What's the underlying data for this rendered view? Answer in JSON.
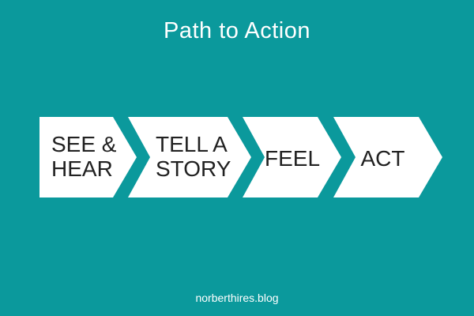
{
  "title": "Path to Action",
  "footer": {
    "text": "norberthires.blog"
  },
  "colors": {
    "background": "#0B999C",
    "arrow_fill": "#FFFFFF",
    "arrow_text": "#212121",
    "title_text": "#FFFFFF"
  },
  "diagram": {
    "type": "process-flow",
    "direction": "left-to-right",
    "steps": [
      {
        "label": "SEE & HEAR",
        "lines": [
          "SEE &",
          "HEAR"
        ]
      },
      {
        "label": "TELL A STORY",
        "lines": [
          "TELL A",
          "STORY"
        ]
      },
      {
        "label": "FEEL",
        "lines": [
          "FEEL"
        ]
      },
      {
        "label": "ACT",
        "lines": [
          "ACT"
        ]
      }
    ]
  }
}
